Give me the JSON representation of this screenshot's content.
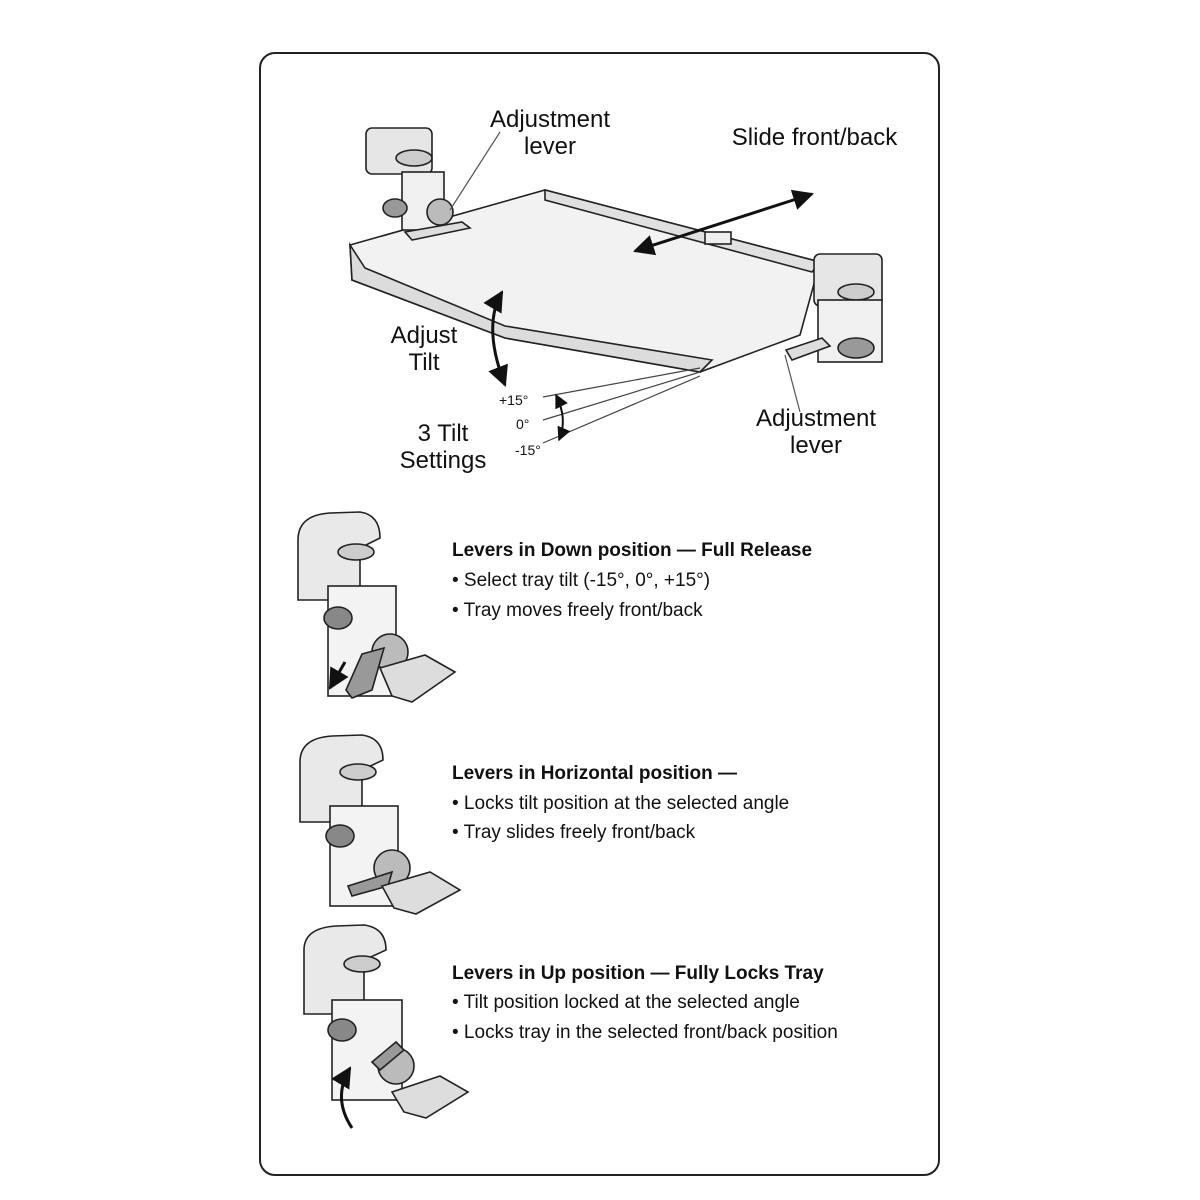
{
  "diagram": {
    "labels": {
      "adjustment_lever_top_l1": "Adjustment",
      "adjustment_lever_top_l2": "lever",
      "slide": "Slide front/back",
      "adjust_tilt_l1": "Adjust",
      "adjust_tilt_l2": "Tilt",
      "tilt_settings_l1": "3 Tilt",
      "tilt_settings_l2": "Settings",
      "adjustment_lever_right_l1": "Adjustment",
      "adjustment_lever_right_l2": "lever",
      "angle_plus": "+15°",
      "angle_zero": "0°",
      "angle_minus": "-15°"
    },
    "sections": [
      {
        "heading": "Levers in Down position — Full Release",
        "bullets": [
          "• Select tray tilt (-15°, 0°, +15°)",
          "• Tray moves freely front/back"
        ]
      },
      {
        "heading": "Levers in Horizontal position —",
        "bullets": [
          "• Locks tilt position at the selected angle",
          "• Tray slides freely front/back"
        ]
      },
      {
        "heading": "Levers in Up position — Fully Locks Tray",
        "bullets": [
          "• Tilt position locked at the selected angle",
          "• Locks tray in the selected front/back position"
        ]
      }
    ]
  }
}
